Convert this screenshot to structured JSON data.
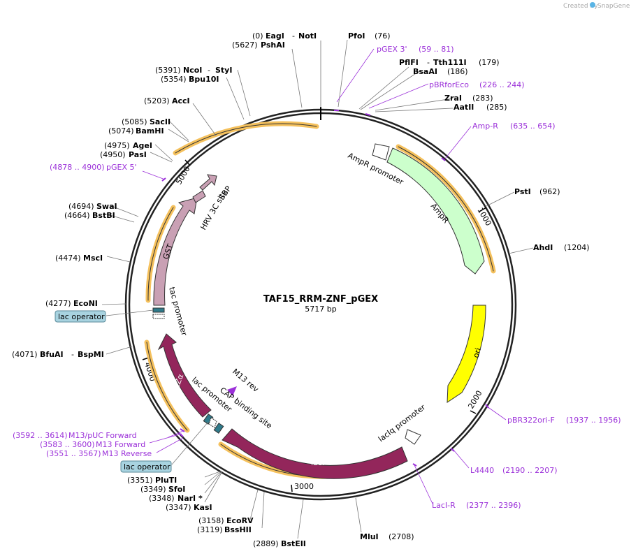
{
  "brand": {
    "created_by": "Created by",
    "app": "SnapGene"
  },
  "plasmid": {
    "name": "TAF15_RRM-ZNF_pGEX",
    "length": "5717 bp"
  },
  "colors": {
    "primer": "#9b30d9",
    "lacI": "#93265b",
    "lacZa": "#93265b",
    "ori": "#ffff00",
    "ampR": "#ccffcc",
    "gst": "#c9a0b4",
    "arrowtrack": "#f5b935",
    "operator": "#a8d3e0"
  },
  "enzymes": [
    {
      "pos": "(0)",
      "name": "EagI",
      "name2": "NotI"
    },
    {
      "pos": "(5627)",
      "name": "PshAI"
    },
    {
      "name": "PfoI",
      "pos": "(76)"
    },
    {
      "name": "PflFI",
      "name2": "Tth111I",
      "pos": "(179)"
    },
    {
      "name": "BsaAI",
      "pos": "(186)"
    },
    {
      "name": "ZraI",
      "pos": "(283)"
    },
    {
      "name": "AatII",
      "pos": "(285)"
    },
    {
      "name": "PstI",
      "pos": "(962)"
    },
    {
      "name": "AhdI",
      "pos": "(1204)"
    },
    {
      "name": "MluI",
      "pos": "(2708)"
    },
    {
      "pos": "(2889)",
      "name": "BstEII"
    },
    {
      "pos": "(3119)",
      "name": "BssHII"
    },
    {
      "pos": "(3158)",
      "name": "EcoRV"
    },
    {
      "pos": "(3347)",
      "name": "KasI"
    },
    {
      "pos": "(3348)",
      "name": "NarI *"
    },
    {
      "pos": "(3349)",
      "name": "SfoI"
    },
    {
      "pos": "(3351)",
      "name": "PluTI"
    },
    {
      "pos": "(4071)",
      "name": "BfuAI",
      "name2": "BspMI"
    },
    {
      "pos": "(4277)",
      "name": "EcoNI"
    },
    {
      "pos": "(4474)",
      "name": "MscI"
    },
    {
      "pos": "(4664)",
      "name": "BstBI"
    },
    {
      "pos": "(4694)",
      "name": "SwaI"
    },
    {
      "pos": "(4950)",
      "name": "PasI"
    },
    {
      "pos": "(4975)",
      "name": "AgeI"
    },
    {
      "pos": "(5074)",
      "name": "BamHI"
    },
    {
      "pos": "(5085)",
      "name": "SacII"
    },
    {
      "pos": "(5203)",
      "name": "AccI"
    },
    {
      "pos": "(5354)",
      "name": "Bpu10I"
    },
    {
      "pos": "(5391)",
      "name": "NcoI",
      "name2": "StyI"
    }
  ],
  "primers": [
    {
      "name": "pGEX 3'",
      "range": "(59 .. 81)"
    },
    {
      "name": "pBRforEco",
      "range": "(226 .. 244)"
    },
    {
      "name": "Amp-R",
      "range": "(635 .. 654)"
    },
    {
      "name": "pBR322ori-F",
      "range": "(1937 .. 1956)"
    },
    {
      "name": "L4440",
      "range": "(2190 .. 2207)"
    },
    {
      "name": "LacI-R",
      "range": "(2377 .. 2396)"
    },
    {
      "range": "(3592 .. 3614)",
      "name": "M13/pUC Forward"
    },
    {
      "range": "(3583 .. 3600)",
      "name": "M13 Forward"
    },
    {
      "range": "(3551 .. 3567)",
      "name": "M13 Reverse"
    },
    {
      "range": "(4878 .. 4900)",
      "name": "pGEX 5'"
    }
  ],
  "features": {
    "ampR_promoter": "AmpR promoter",
    "ampR": "AmpR",
    "ori": "ori",
    "lacIq_promoter": "lacIq promoter",
    "lacI": "lacI",
    "cap_site": "CAP binding site",
    "lac_promoter": "lac promoter",
    "m13_rev": "M13 rev",
    "lacZa": "lacZα",
    "tac_promoter": "tac promoter",
    "gst": "GST",
    "hrv": "HRV 3C site",
    "sbp": "SBP",
    "lac_operator_1": "lac operator",
    "lac_operator_2": "lac operator"
  },
  "ticks": [
    "1000",
    "2000",
    "3000",
    "4000",
    "5000"
  ]
}
